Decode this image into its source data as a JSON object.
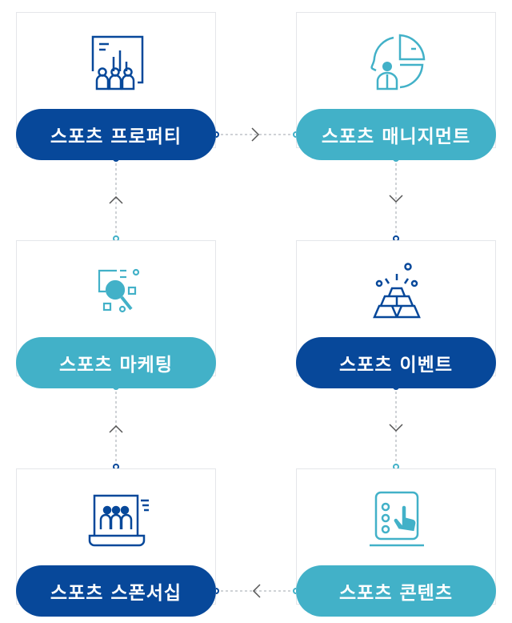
{
  "steps": [
    {
      "label": "스포츠 프로퍼티",
      "icon": "presentation-audience-icon",
      "color": "#07489a"
    },
    {
      "label": "스포츠 매니지먼트",
      "icon": "head-puzzle-person-icon",
      "color": "#42b1c8"
    },
    {
      "label": "스포츠 이벤트",
      "icon": "gold-bars-icon",
      "color": "#07489a"
    },
    {
      "label": "스포츠 콘텐츠",
      "icon": "touch-screen-icon",
      "color": "#42b1c8"
    },
    {
      "label": "스포츠 스폰서십",
      "icon": "monitor-audience-icon",
      "color": "#07489a"
    },
    {
      "label": "스포츠 마케팅",
      "icon": "magnifier-analysis-icon",
      "color": "#42b1c8"
    }
  ],
  "colors": {
    "navy": "#07489a",
    "teal": "#42b1c8",
    "connector": "#bfc3c8"
  }
}
